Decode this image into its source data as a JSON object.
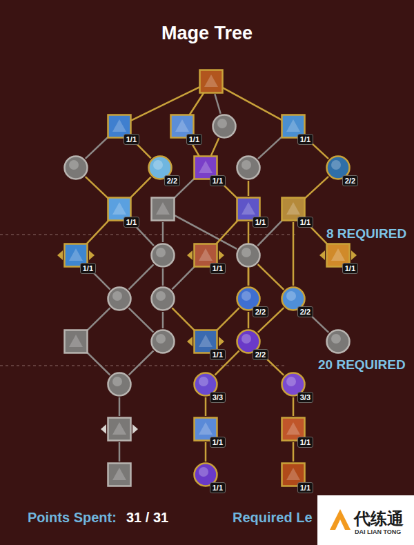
{
  "diagram": {
    "title": "Mage Tree",
    "nodes": [
      {
        "text": []
      },
      {
        "text": [
          "1/1"
        ]
      },
      {
        "text": [
          "1/1"
        ]
      },
      {
        "text": []
      },
      {
        "text": [
          "1/1"
        ]
      },
      {
        "text": []
      },
      {
        "text": [
          "2/2"
        ]
      },
      {
        "text": [
          "1/1"
        ]
      },
      {
        "text": []
      },
      {
        "text": [
          "2/2"
        ]
      },
      {
        "text": [
          "1/1"
        ]
      },
      {
        "text": []
      },
      {
        "text": [
          "1/1"
        ]
      },
      {
        "text": [
          "1/1"
        ]
      },
      {
        "text": [
          "1/1"
        ]
      },
      {
        "text": []
      },
      {
        "text": [
          "1/1"
        ]
      },
      {
        "text": []
      },
      {
        "text": [
          "1/1"
        ]
      },
      {
        "text": []
      },
      {
        "text": []
      },
      {
        "text": [
          "2/2"
        ]
      },
      {
        "text": [
          "2/2"
        ]
      },
      {
        "text": []
      },
      {
        "text": []
      },
      {
        "text": [
          "1/1"
        ]
      },
      {
        "text": [
          "2/2"
        ]
      },
      {
        "text": []
      },
      {
        "text": []
      },
      {
        "text": [
          "3/3"
        ]
      },
      {
        "text": [
          "3/3"
        ]
      },
      {
        "text": []
      },
      {
        "text": [
          "1/1"
        ]
      },
      {
        "text": [
          "1/1"
        ]
      },
      {
        "text": []
      },
      {
        "text": [
          "1/1"
        ]
      },
      {
        "text": [
          "1/1"
        ]
      }
    ],
    "edges": [
      {
        "from": 0,
        "to": 1,
        "arrow": "none"
      },
      {
        "from": 0,
        "to": 2,
        "arrow": "none"
      },
      {
        "from": 0,
        "to": 3,
        "arrow": "none"
      },
      {
        "from": 0,
        "to": 4,
        "arrow": "none"
      },
      {
        "from": 1,
        "to": 5,
        "arrow": "none"
      },
      {
        "from": 1,
        "to": 6,
        "arrow": "none"
      },
      {
        "from": 2,
        "to": 7,
        "arrow": "none"
      },
      {
        "from": 3,
        "to": 7,
        "arrow": "none"
      },
      {
        "from": 4,
        "to": 8,
        "arrow": "none"
      },
      {
        "from": 4,
        "to": 9,
        "arrow": "none"
      },
      {
        "from": 5,
        "to": 10,
        "arrow": "none"
      },
      {
        "from": 6,
        "to": 10,
        "arrow": "none"
      },
      {
        "from": 7,
        "to": 11,
        "arrow": "none"
      },
      {
        "from": 7,
        "to": 12,
        "arrow": "none"
      },
      {
        "from": 8,
        "to": 12,
        "arrow": "none"
      },
      {
        "from": 9,
        "to": 13,
        "arrow": "none"
      },
      {
        "from": 10,
        "to": 14,
        "arrow": "none"
      },
      {
        "from": 10,
        "to": 15,
        "arrow": "none"
      },
      {
        "from": 11,
        "to": 15,
        "arrow": "none"
      },
      {
        "from": 11,
        "to": 17,
        "arrow": "none"
      },
      {
        "from": 12,
        "to": 16,
        "arrow": "none"
      },
      {
        "from": 12,
        "to": 21,
        "arrow": "none"
      },
      {
        "from": 13,
        "to": 17,
        "arrow": "none"
      },
      {
        "from": 13,
        "to": 18,
        "arrow": "none"
      },
      {
        "from": 13,
        "to": 22,
        "arrow": "none"
      },
      {
        "from": 14,
        "to": 19,
        "arrow": "none"
      },
      {
        "from": 15,
        "to": 19,
        "arrow": "none"
      },
      {
        "from": 15,
        "to": 20,
        "arrow": "none"
      },
      {
        "from": 16,
        "to": 20,
        "arrow": "none"
      },
      {
        "from": 17,
        "to": 21,
        "arrow": "none"
      },
      {
        "from": 17,
        "to": 22,
        "arrow": "none"
      },
      {
        "from": 21,
        "to": 25,
        "arrow": "none"
      },
      {
        "from": 21,
        "to": 26,
        "arrow": "none"
      },
      {
        "from": 22,
        "to": 26,
        "arrow": "none"
      },
      {
        "from": 22,
        "to": 27,
        "arrow": "none"
      },
      {
        "from": 19,
        "to": 23,
        "arrow": "none"
      },
      {
        "from": 19,
        "to": 24,
        "arrow": "none"
      },
      {
        "from": 20,
        "to": 24,
        "arrow": "none"
      },
      {
        "from": 20,
        "to": 25,
        "arrow": "none"
      },
      {
        "from": 23,
        "to": 28,
        "arrow": "none"
      },
      {
        "from": 24,
        "to": 28,
        "arrow": "none"
      },
      {
        "from": 28,
        "to": 31,
        "arrow": "none"
      },
      {
        "from": 31,
        "to": 34,
        "arrow": "none"
      },
      {
        "from": 26,
        "to": 29,
        "arrow": "none"
      },
      {
        "from": 26,
        "to": 30,
        "arrow": "none"
      },
      {
        "from": 29,
        "to": 32,
        "arrow": "none"
      },
      {
        "from": 32,
        "to": 35,
        "arrow": "none"
      },
      {
        "from": 30,
        "to": 33,
        "arrow": "none"
      },
      {
        "from": 33,
        "to": 36,
        "arrow": "none"
      }
    ],
    "labels": [
      "8 REQUIRED",
      "20 REQUIRED",
      "Points Spent:",
      "31 / 31",
      "Required Le",
      "代练通",
      "DAI LIAN TONG"
    ]
  }
}
